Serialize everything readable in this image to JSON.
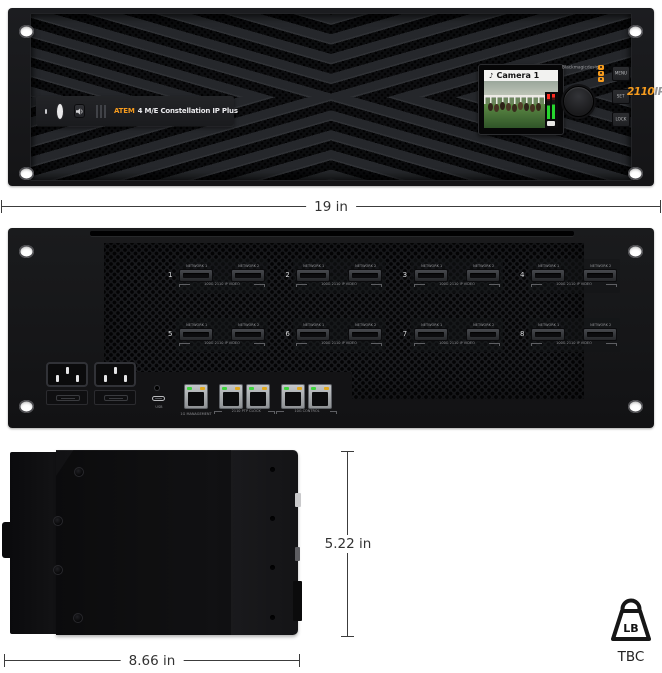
{
  "front": {
    "brand": "ATEM",
    "model": "4 M/E Constellation IP Plus",
    "maker_logo": "Blackmagicdesign",
    "lcd": {
      "music_icon": "♪",
      "source": "Camera 1"
    },
    "buttons": [
      {
        "label": "MENU"
      },
      {
        "label": "SET"
      },
      {
        "label": "LOCK"
      }
    ],
    "badge_number": "2110",
    "badge_suffix": "IP"
  },
  "rear": {
    "modules": [
      {
        "number": "1"
      },
      {
        "number": "2"
      },
      {
        "number": "3"
      },
      {
        "number": "4"
      },
      {
        "number": "5"
      },
      {
        "number": "6"
      },
      {
        "number": "7"
      },
      {
        "number": "8"
      }
    ],
    "network_label_1": "NETWORK 1",
    "network_label_2": "NETWORK 2",
    "module_caption": "100G 2110 IP VIDEO",
    "usb_label": "USB",
    "mgmt_label": "1G MANAGEMENT",
    "ptp_label": "2110 PTP CLOCK",
    "control_label": "10G CONTROL"
  },
  "dimensions": {
    "width": "19 in",
    "height": "5.22 in",
    "depth": "8.66 in"
  },
  "weight": {
    "unit": "LB",
    "value": "TBC"
  },
  "colors": {
    "accent": "#f59b1e"
  }
}
